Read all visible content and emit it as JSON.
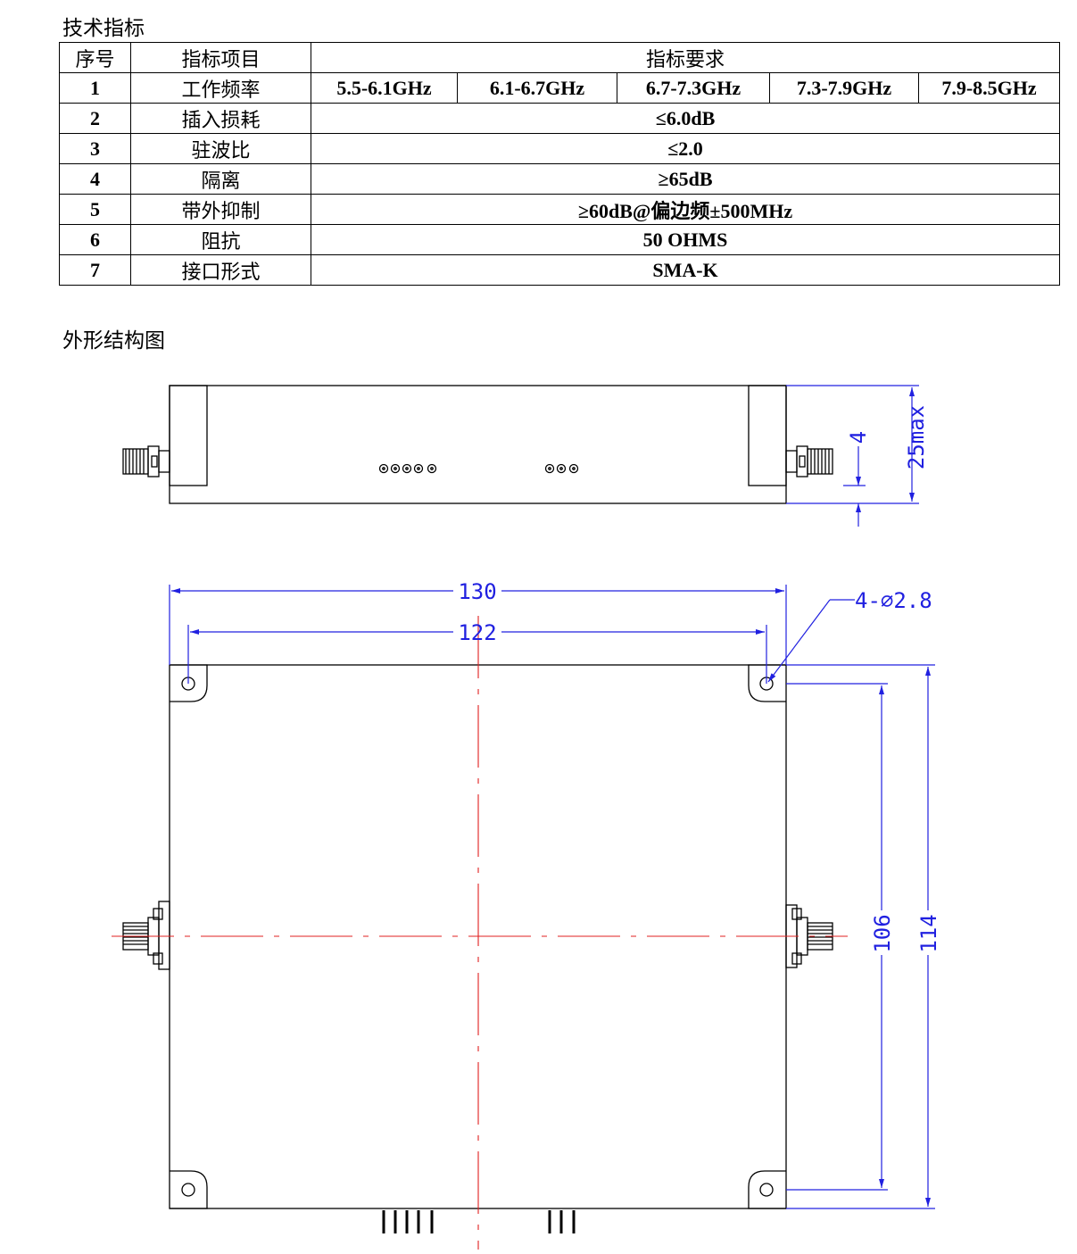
{
  "section_titles": {
    "spec": "技术指标",
    "drawing": "外形结构图"
  },
  "table": {
    "headers": {
      "index": "序号",
      "item": "指标项目",
      "requirement": "指标要求"
    },
    "rows": [
      {
        "index": "1",
        "item": "工作频率",
        "values": [
          "5.5-6.1GHz",
          "6.1-6.7GHz",
          "6.7-7.3GHz",
          "7.3-7.9GHz",
          "7.9-8.5GHz"
        ]
      },
      {
        "index": "2",
        "item": "插入损耗",
        "value": "≤6.0dB"
      },
      {
        "index": "3",
        "item": "驻波比",
        "value": "≤2.0"
      },
      {
        "index": "4",
        "item": "隔离",
        "value": "≥65dB"
      },
      {
        "index": "5",
        "item": "带外抑制",
        "value": "≥60dB@偏边频±500MHz"
      },
      {
        "index": "6",
        "item": "阻抗",
        "value": "50 OHMS"
      },
      {
        "index": "7",
        "item": "接口形式",
        "value": "SMA-K"
      }
    ]
  },
  "dimensions": {
    "overall_length": "130",
    "hole_spacing_x": "122",
    "hole_spec": "4-∅2.8",
    "hole_spacing_y": "106",
    "overall_width": "114",
    "height": "25max",
    "connector_height": "4"
  },
  "colors": {
    "dimension": "#2020e0",
    "centerline": "#e02020",
    "outline": "#000000"
  }
}
